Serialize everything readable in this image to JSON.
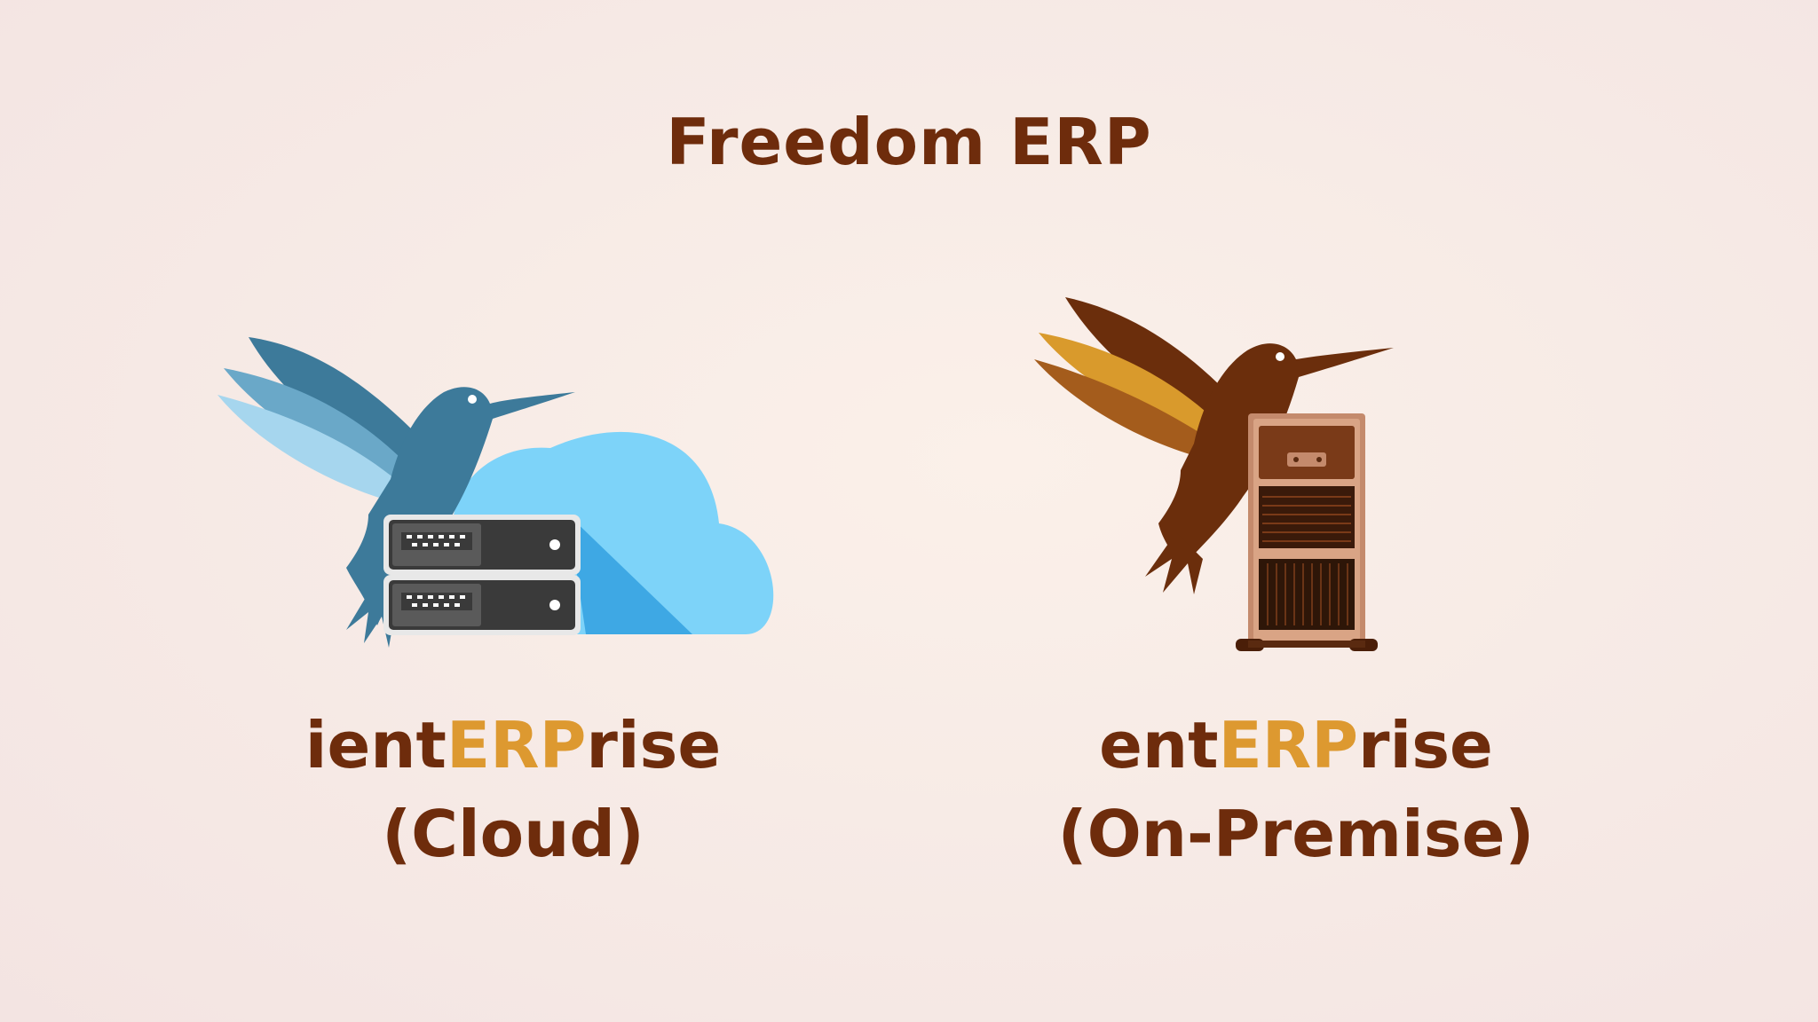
{
  "title": "Freedom ERP",
  "products": [
    {
      "name_prefix": "ient",
      "name_highlight": "ERP",
      "name_suffix": "rise",
      "type": "(Cloud)",
      "illustration": "hummingbird-cloud-server-icon",
      "colors": {
        "bird": "#3d7a9a",
        "cloud": "#7dd3f9",
        "server": "#3a3a3a"
      }
    },
    {
      "name_prefix": "ent",
      "name_highlight": "ERP",
      "name_suffix": "rise",
      "type": "(On-Premise)",
      "illustration": "hummingbird-tower-server-icon",
      "colors": {
        "bird": "#6b2e0c",
        "wing_accent": "#d99a2c",
        "tower": "#c48a6c"
      }
    }
  ],
  "colors": {
    "title": "#6e2c0c",
    "highlight": "#dd9930",
    "background": "#f7ebe6"
  }
}
